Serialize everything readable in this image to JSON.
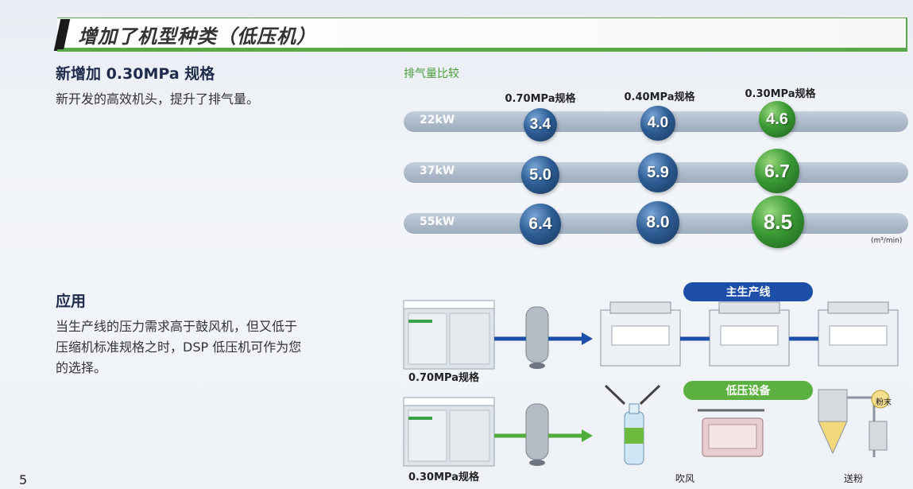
{
  "header": {
    "title": "增加了机型种类（低压机）"
  },
  "section1": {
    "heading": "新增加 0.30MPa 规格",
    "text": "新开发的高效机头，提升了排气量。"
  },
  "comparison": {
    "title": "排气量比较",
    "columns": [
      "0.70MPa规格",
      "0.40MPa规格",
      "0.30MPa规格"
    ],
    "unit": "(m³/min)",
    "rows": [
      {
        "label": "22kW",
        "values": [
          "3.4",
          "4.0",
          "4.6"
        ]
      },
      {
        "label": "37kW",
        "values": [
          "5.0",
          "5.9",
          "6.7"
        ]
      },
      {
        "label": "55kW",
        "values": [
          "6.4",
          "8.0",
          "8.5"
        ]
      }
    ],
    "colors": {
      "standard": "#2e5e96",
      "new": "#3a9a34"
    }
  },
  "section2": {
    "heading": "应用",
    "text_lines": [
      "当生产线的压力需求高于鼓风机，但又低于",
      "压缩机标准规格之时，DSP 低压机可作为您",
      "的选择。"
    ]
  },
  "diagram": {
    "main_line": "主生产线",
    "low_pressure": "低压设备",
    "spec_top": "0.70MPa规格",
    "spec_bottom": "0.30MPa规格",
    "label_blow": "吹风",
    "label_powder": "送粉",
    "label_powder_tag": "粉末"
  },
  "page_number": "5"
}
